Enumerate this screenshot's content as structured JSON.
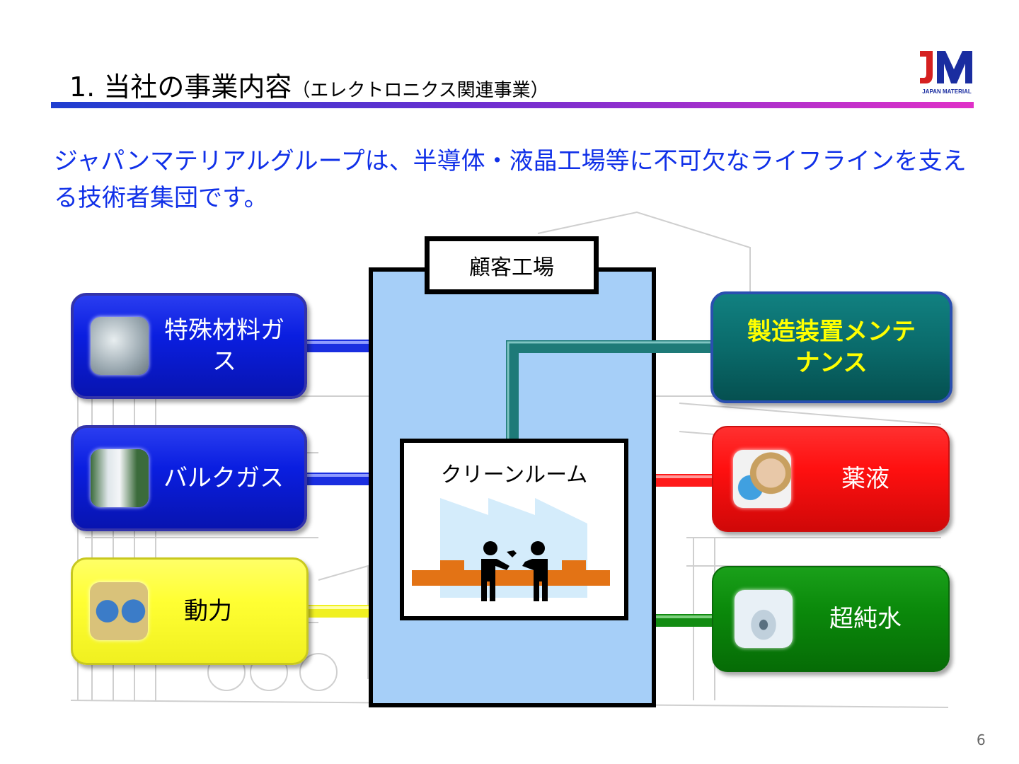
{
  "header": {
    "title": "1. 当社の事業内容",
    "subtitle": "（エレクトロニクス関連事業）",
    "logo_text": "JM",
    "logo_caption": "JAPAN MATERIAL"
  },
  "lead_text": "ジャパンマテリアルグループは、半導体・液晶工場等に不可欠なライフラインを支える技術者集団です。",
  "diagram": {
    "factory_label": "顧客工場",
    "cleanroom_label": "クリーンルーム",
    "left_boxes": [
      {
        "label": "特殊材料ガス",
        "color": "#0a1ee0",
        "icon": "gas-cylinder-photo"
      },
      {
        "label": "バルクガス",
        "color": "#0a1ee0",
        "icon": "bulk-gas-tank-photo"
      },
      {
        "label": "動力",
        "color": "#ffff33",
        "icon": "valve-photo"
      }
    ],
    "right_boxes": [
      {
        "label": "製造装置メンテナンス",
        "color": "#0a6b6b",
        "icon": ""
      },
      {
        "label": "薬液",
        "color": "#ff1010",
        "icon": "chemist-photo"
      },
      {
        "label": "超純水",
        "color": "#0b8a0b",
        "icon": "water-drop-photo"
      }
    ],
    "colors": {
      "factory": "#a6cff8",
      "pipe_blue": "#1a2ee0",
      "pipe_yellow": "#f0f020",
      "pipe_teal": "#1e7a78",
      "pipe_red": "#ff1a1a",
      "pipe_green": "#128c12",
      "conveyor": "#e37315"
    }
  },
  "page_number": "6"
}
